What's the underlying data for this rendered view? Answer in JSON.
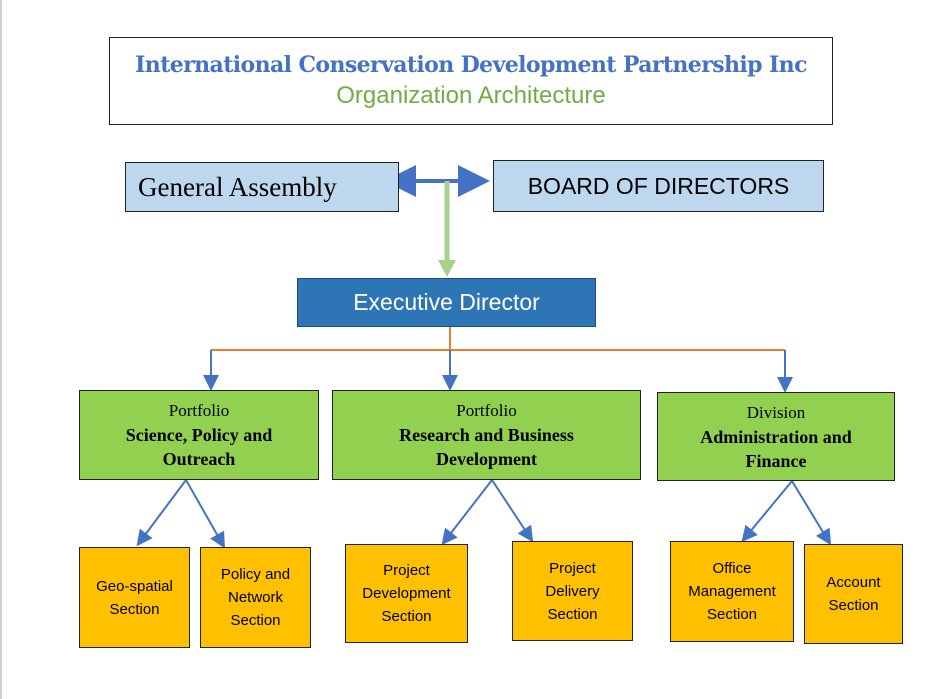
{
  "title": {
    "org_name": "International Conservation Development Partnership Inc",
    "subtitle": "Organization Architecture"
  },
  "top": {
    "general_assembly": "General Assembly",
    "board": "BOARD OF DIRECTORS"
  },
  "executive": "Executive Director",
  "units": [
    {
      "type": "Portfolio",
      "name": "Science, Policy and Outreach",
      "sections": [
        "Geo-spatial Section",
        "Policy and Network Section"
      ]
    },
    {
      "type": "Portfolio",
      "name": "Research and Business Development",
      "sections": [
        "Project Development Section",
        "Project Delivery Section"
      ]
    },
    {
      "type": "Division",
      "name": "Administration and Finance",
      "sections": [
        "Office Management Section",
        "Account Section"
      ]
    }
  ],
  "colors": {
    "blue_title": "#4472c4",
    "green_subtitle": "#70ad47",
    "light_blue": "#bdd7ee",
    "exec_blue": "#2e75b6",
    "unit_green": "#92d050",
    "section_orange": "#ffc000",
    "connector_orange": "#ed7d31",
    "arrow_blue": "#4472c4",
    "arrow_green": "#a9d18e"
  }
}
